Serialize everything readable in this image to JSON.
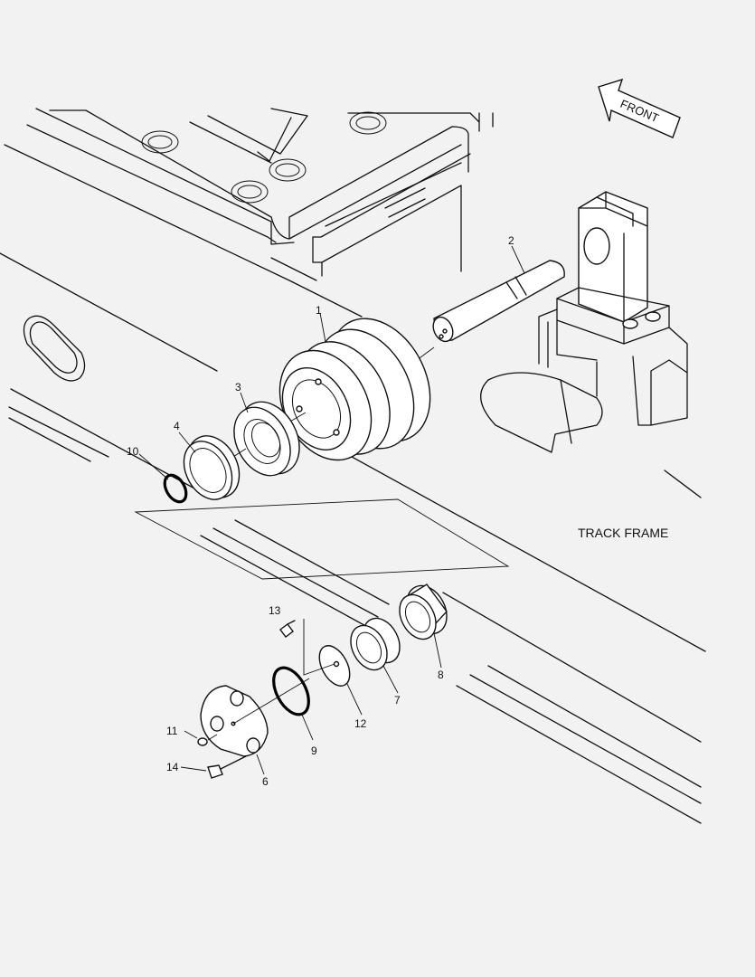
{
  "diagram": {
    "direction_label": "FRONT",
    "frame_label": "TRACK FRAME",
    "callouts": {
      "p1": "1",
      "p2": "2",
      "p3": "3",
      "p4": "4",
      "p6": "6",
      "p7": "7",
      "p8": "8",
      "p9": "9",
      "p10": "10",
      "p11": "11",
      "p12": "12",
      "p13": "13",
      "p14": "14"
    }
  }
}
